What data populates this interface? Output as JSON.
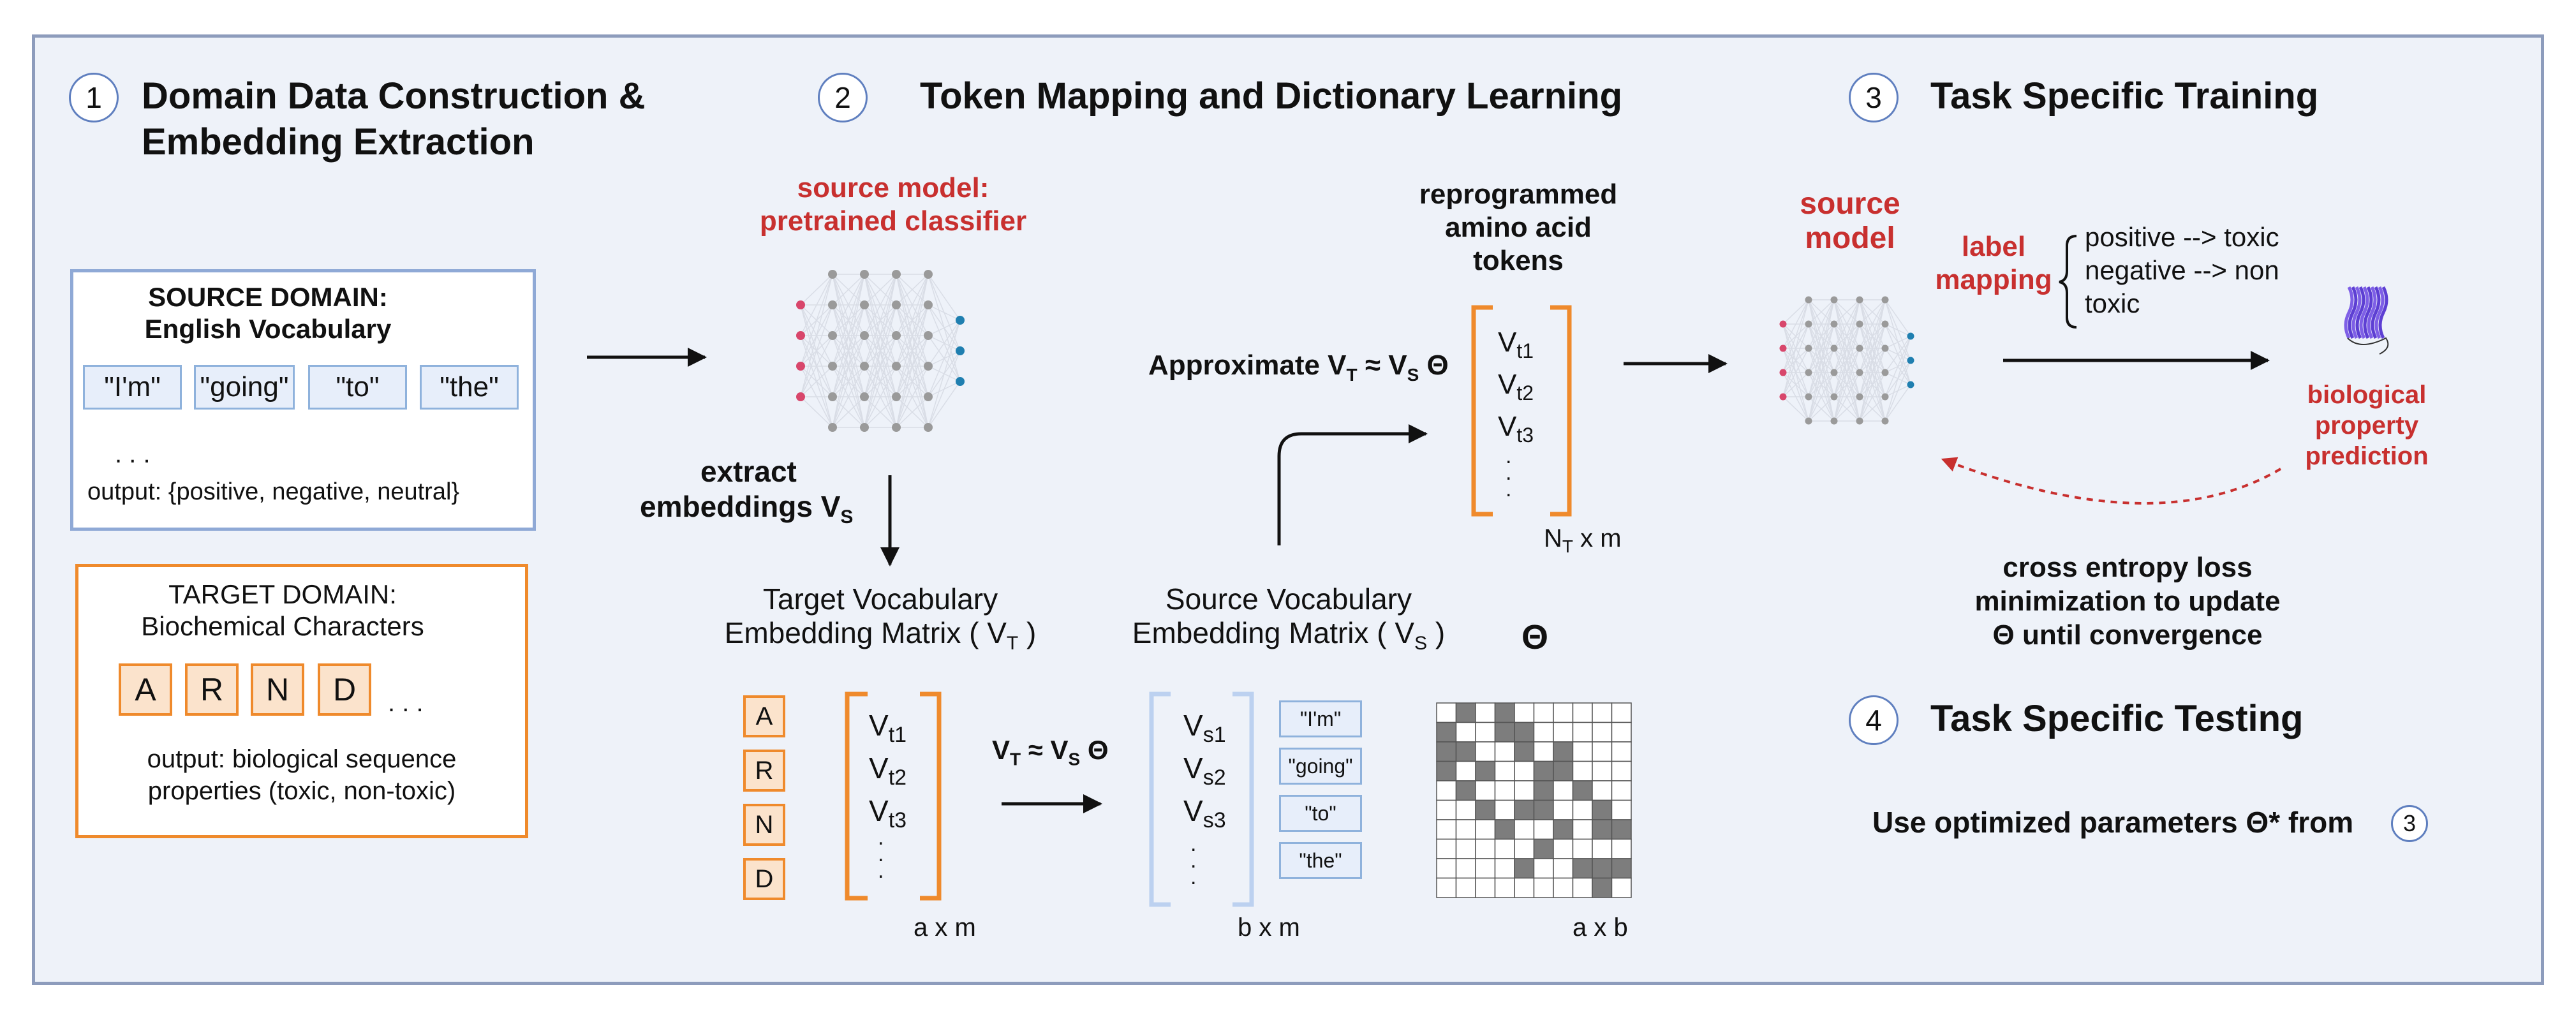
{
  "colors": {
    "panel_bg": "#eef2f9",
    "panel_border": "#8d9cbc",
    "source_blue": "#8fa9d6",
    "target_orange": "#ef8a2c",
    "accent_red": "#c8302f",
    "grid_gray": "#7a7a7a"
  },
  "step1": {
    "number": "1",
    "title_line1": "Domain Data Construction &",
    "title_line2": "Embedding Extraction",
    "source_title1": "SOURCE DOMAIN:",
    "source_title2": "English Vocabulary",
    "source_tokens": [
      "\"I'm\"",
      "\"going\"",
      "\"to\"",
      "\"the\""
    ],
    "ellipsis": ". . .",
    "source_output": "output: {positive, negative,  neutral}",
    "target_title1": "TARGET DOMAIN:",
    "target_title2": "Biochemical Characters",
    "target_tokens": [
      "A",
      "R",
      "N",
      "D"
    ],
    "target_ellipsis": ". . .",
    "target_output1": "output: biological sequence",
    "target_output2": "properties (toxic, non-toxic)"
  },
  "step2": {
    "number": "2",
    "title": "Token Mapping and Dictionary Learning",
    "source_model1": "source model:",
    "source_model2": "pretrained classifier",
    "extract1": "extract",
    "extract2": "embeddings V",
    "extract_sub": "S",
    "tvm1": "Target Vocabulary",
    "tvm2": "Embedding Matrix ( V",
    "tvm_sub": "T",
    "tvm_close": " )",
    "svm1": "Source Vocabulary",
    "svm2": "Embedding  Matrix ( V",
    "svm_sub": "S",
    "svm_close": " )",
    "theta": "Θ",
    "target_col_tokens": [
      "A",
      "R",
      "N",
      "D"
    ],
    "vt_rows": [
      "V",
      "V",
      "V"
    ],
    "vt_subs": [
      "t1",
      "t2",
      "t3"
    ],
    "vs_subs": [
      "s1",
      "s2",
      "s3"
    ],
    "map_eq": "V",
    "map_eq_t": "T",
    "map_eq_mid": " ≈ V",
    "map_eq_s": "S",
    "map_eq_end": " Θ",
    "vs_tokens": [
      "\"I'm\"",
      "\"going\"",
      "\"to\"",
      "\"the\""
    ],
    "dim_axm": "a x m",
    "dim_bxm": "b x m",
    "dim_axb": "a x b",
    "approx_label": "Approximate V",
    "approx_t": "T",
    "approx_mid": " ≈ V",
    "approx_s": "S",
    "approx_end": " Θ",
    "reprog1": "reprogrammed",
    "reprog2": "amino acid",
    "reprog3": "tokens",
    "dim_nt": "N",
    "dim_nt_sub": "T",
    "dim_nt_end": " x m",
    "vertical_dots": ".",
    "grid_filled": [
      [
        0,
        1,
        0,
        1,
        0,
        0,
        0,
        0,
        0,
        0
      ],
      [
        1,
        0,
        0,
        1,
        1,
        0,
        0,
        0,
        0,
        0
      ],
      [
        1,
        1,
        0,
        0,
        1,
        0,
        1,
        0,
        0,
        0
      ],
      [
        1,
        0,
        1,
        0,
        0,
        1,
        1,
        0,
        0,
        0
      ],
      [
        0,
        1,
        0,
        0,
        0,
        1,
        0,
        1,
        0,
        0
      ],
      [
        0,
        0,
        1,
        0,
        1,
        1,
        0,
        0,
        1,
        0
      ],
      [
        0,
        0,
        0,
        1,
        0,
        0,
        1,
        0,
        1,
        1
      ],
      [
        0,
        0,
        0,
        0,
        0,
        1,
        0,
        0,
        0,
        0
      ],
      [
        0,
        0,
        0,
        0,
        1,
        0,
        0,
        1,
        1,
        1
      ],
      [
        0,
        0,
        0,
        0,
        0,
        0,
        0,
        0,
        1,
        0
      ]
    ]
  },
  "step3": {
    "number": "3",
    "title": "Task Specific Training",
    "source_model1": "source",
    "source_model2": "model",
    "label_mapping1": "label",
    "label_mapping2": "mapping",
    "map1": "positive  --> toxic",
    "map2": "negative --> non",
    "map3": "toxic",
    "prediction1": "biological",
    "prediction2": "property",
    "prediction3": "prediction",
    "loss1": "cross entropy loss",
    "loss2": "minimization to update",
    "loss3": "Θ until convergence"
  },
  "step4": {
    "number": "4",
    "title": "Task Specific Testing",
    "text": "Use optimized parameters Θ* from",
    "ref_number": "3"
  }
}
